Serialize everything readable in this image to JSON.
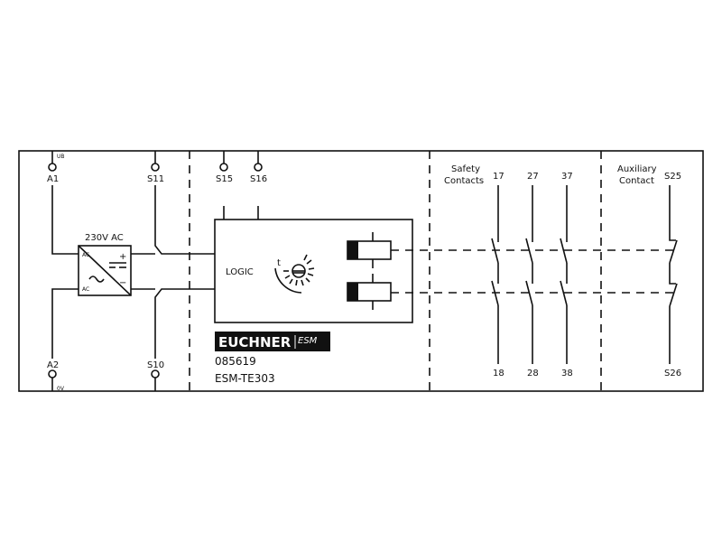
{
  "power": {
    "ub_label": "UB",
    "a1": "A1",
    "a2": "A2",
    "zero_label": "0V",
    "supply_label": "230V AC",
    "ac_in_top": "AC",
    "ac_in_bottom": "AC",
    "plus": "+",
    "minus": "−"
  },
  "inputs": {
    "s11": "S11",
    "s10": "S10",
    "s15": "S15",
    "s16": "S16"
  },
  "logic": {
    "label": "LOGIC",
    "timer_label": "t"
  },
  "brand": {
    "logo_main": "EUCHNER",
    "logo_sub": "ESM",
    "order_number": "085619",
    "model": "ESM-TE303"
  },
  "safety": {
    "heading_line1": "Safety",
    "heading_line2": "Contacts",
    "top": [
      "17",
      "27",
      "37"
    ],
    "bottom": [
      "18",
      "28",
      "38"
    ]
  },
  "auxiliary": {
    "heading_line1": "Auxiliary",
    "heading_line2": "Contact",
    "top": "S25",
    "bottom": "S26"
  }
}
